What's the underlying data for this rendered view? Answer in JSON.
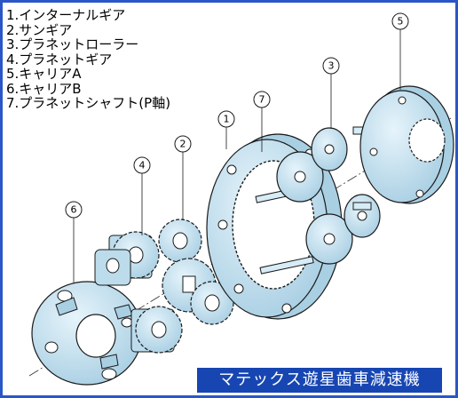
{
  "parts": [
    "1.インターナルギア",
    "2.サンギア",
    "3.プラネットローラー",
    "4.プラネットギア",
    "5.キャリアA",
    "6.キャリアB",
    "7.プラネットシャフト(P軸)"
  ],
  "callouts": [
    "1",
    "2",
    "3",
    "4",
    "5",
    "6",
    "7"
  ],
  "title": "マテックス遊星歯車減速機",
  "colors": {
    "part_fill": "#c5e3f1",
    "part_fill_dark": "#a9cfe3",
    "outline": "#1a1a1a",
    "banner": "#1746b3",
    "border": "#2a56c6",
    "background": "#1f3f9a"
  }
}
